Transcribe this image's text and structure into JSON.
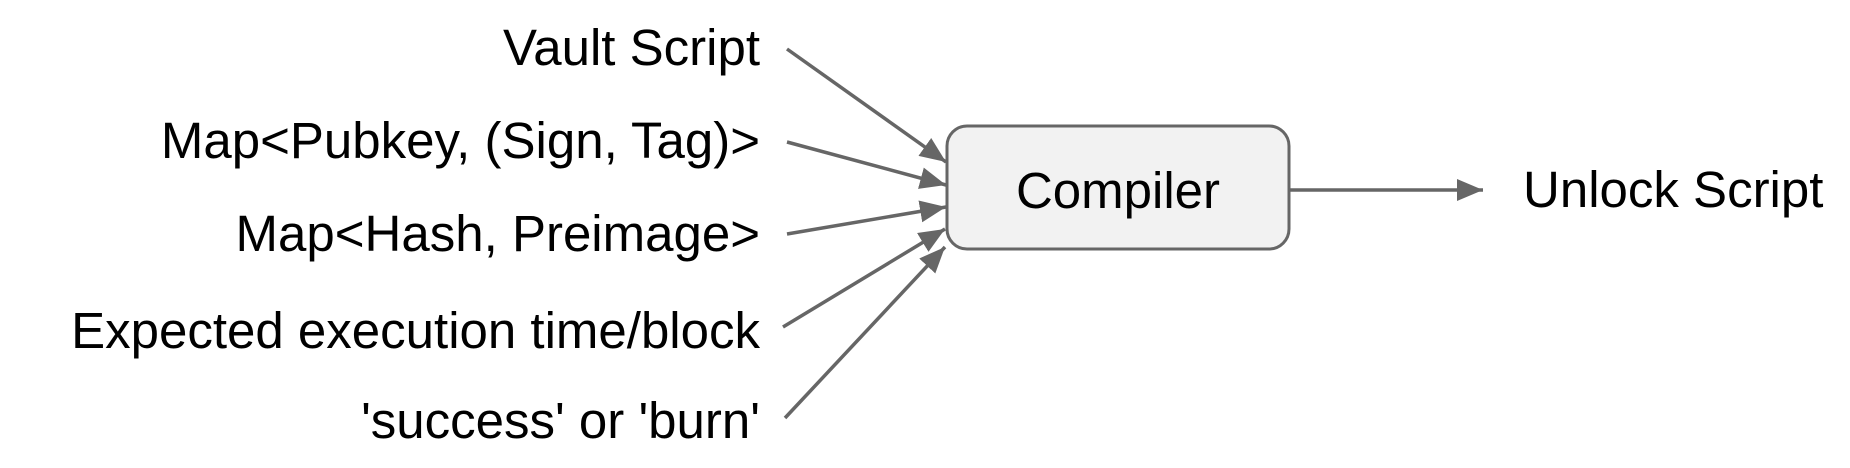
{
  "diagram": {
    "inputs": [
      {
        "label": "Vault Script"
      },
      {
        "label": "Map<Pubkey, (Sign, Tag)>"
      },
      {
        "label": "Map<Hash, Preimage>"
      },
      {
        "label": "Expected execution time/block"
      },
      {
        "label": "'success' or 'burn'"
      }
    ],
    "node": {
      "label": "Compiler"
    },
    "output": {
      "label": "Unlock Script"
    },
    "colors": {
      "arrow": "#666666",
      "node_fill": "#f2f2f2",
      "node_border": "#666666",
      "text": "#000000",
      "background": "#ffffff"
    }
  }
}
